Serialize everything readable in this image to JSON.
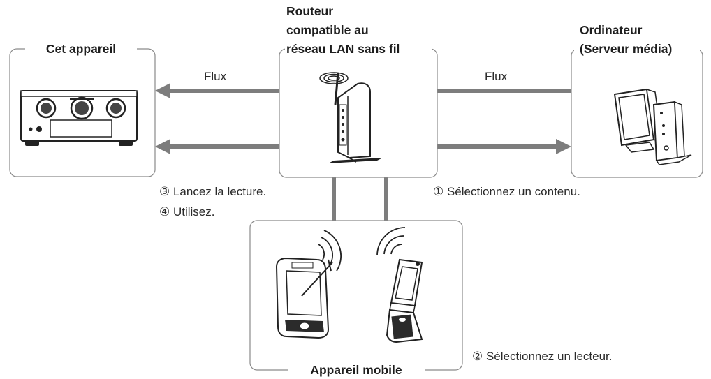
{
  "devices": {
    "this_unit": {
      "label": "Cet appareil"
    },
    "router": {
      "label_lines": [
        "Routeur",
        "compatible au",
        "réseau LAN sans fil"
      ]
    },
    "computer": {
      "label_lines": [
        "Ordinateur",
        "(Serveur média)"
      ]
    },
    "mobile": {
      "label": "Appareil mobile"
    }
  },
  "flows": {
    "left": "Flux",
    "right": "Flux"
  },
  "steps": {
    "step1": "① Sélectionnez un contenu.",
    "step2": "② Sélectionnez un lecteur.",
    "step3": "③ Lancez la lecture.",
    "step4": "④ Utilisez."
  },
  "colors": {
    "connector": "#7d7d7d",
    "box_border": "#8a8a8a",
    "device_dark": "#2b2b2b"
  }
}
